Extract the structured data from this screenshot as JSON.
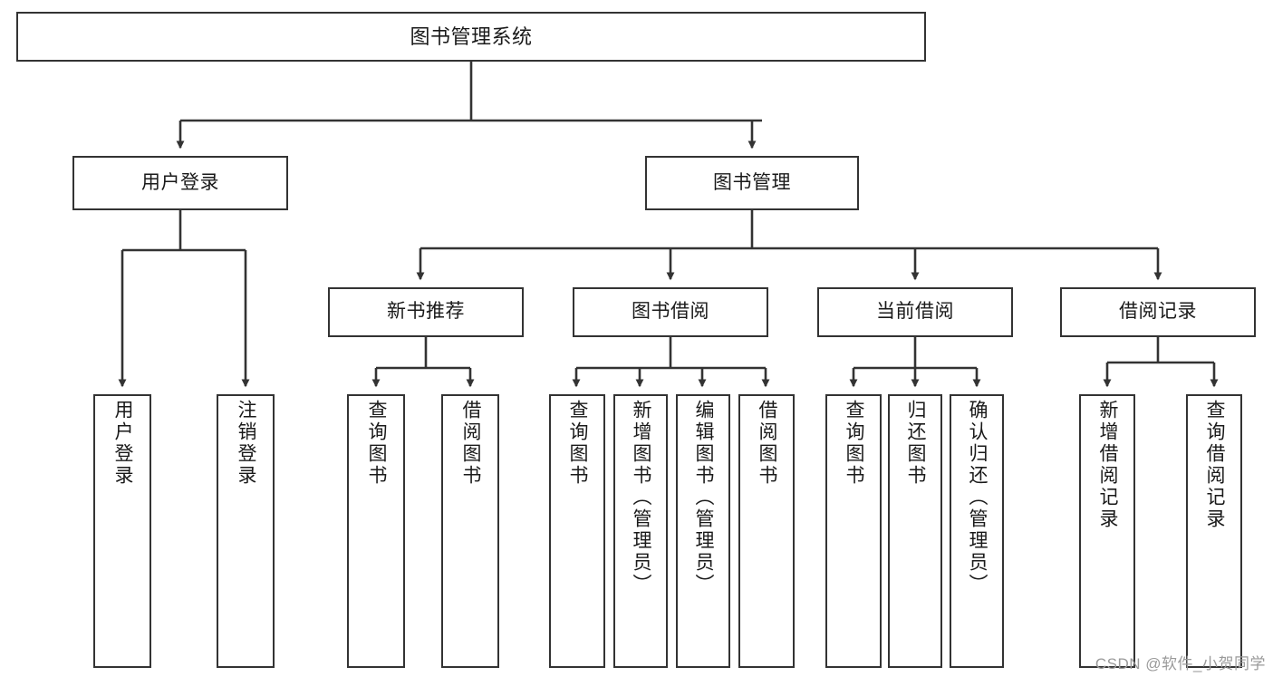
{
  "diagram": {
    "title": "图书管理系统",
    "type": "tree-hierarchy",
    "watermark": "CSDN @软件_小贺同学",
    "colors": {
      "background": "#ffffff",
      "node_fill": "#ffffff",
      "node_border": "#333333",
      "edge": "#333333",
      "text": "#1a1a1a",
      "watermark": "#9a9a9a"
    },
    "nodes": {
      "root": {
        "label": "图书管理系统"
      },
      "level2": [
        {
          "id": "user-login",
          "label": "用户登录"
        },
        {
          "id": "book-management",
          "label": "图书管理"
        }
      ],
      "level3": [
        {
          "id": "new-book-recommend",
          "label": "新书推荐"
        },
        {
          "id": "book-borrow",
          "label": "图书借阅"
        },
        {
          "id": "current-borrow",
          "label": "当前借阅"
        },
        {
          "id": "borrow-record",
          "label": "借阅记录"
        }
      ],
      "leaves": {
        "user-login": [
          {
            "id": "leaf-user-login",
            "label": "用户登录"
          },
          {
            "id": "leaf-user-logout",
            "label": "注销登录"
          }
        ],
        "new-book-recommend": [
          {
            "id": "leaf-query-book-1",
            "label": "查询图书"
          },
          {
            "id": "leaf-borrow-book-1",
            "label": "借阅图书"
          }
        ],
        "book-borrow": [
          {
            "id": "leaf-query-book-2",
            "label": "查询图书"
          },
          {
            "id": "leaf-add-book",
            "label": "新增图书（管理员）"
          },
          {
            "id": "leaf-edit-book",
            "label": "编辑图书（管理员）"
          },
          {
            "id": "leaf-borrow-book-2",
            "label": "借阅图书"
          }
        ],
        "current-borrow": [
          {
            "id": "leaf-query-book-3",
            "label": "查询图书"
          },
          {
            "id": "leaf-return-book",
            "label": "归还图书"
          },
          {
            "id": "leaf-confirm-return",
            "label": "确认归还（管理员）"
          }
        ],
        "borrow-record": [
          {
            "id": "leaf-add-record",
            "label": "新增借阅记录"
          },
          {
            "id": "leaf-query-record",
            "label": "查询借阅记录"
          }
        ]
      }
    }
  }
}
